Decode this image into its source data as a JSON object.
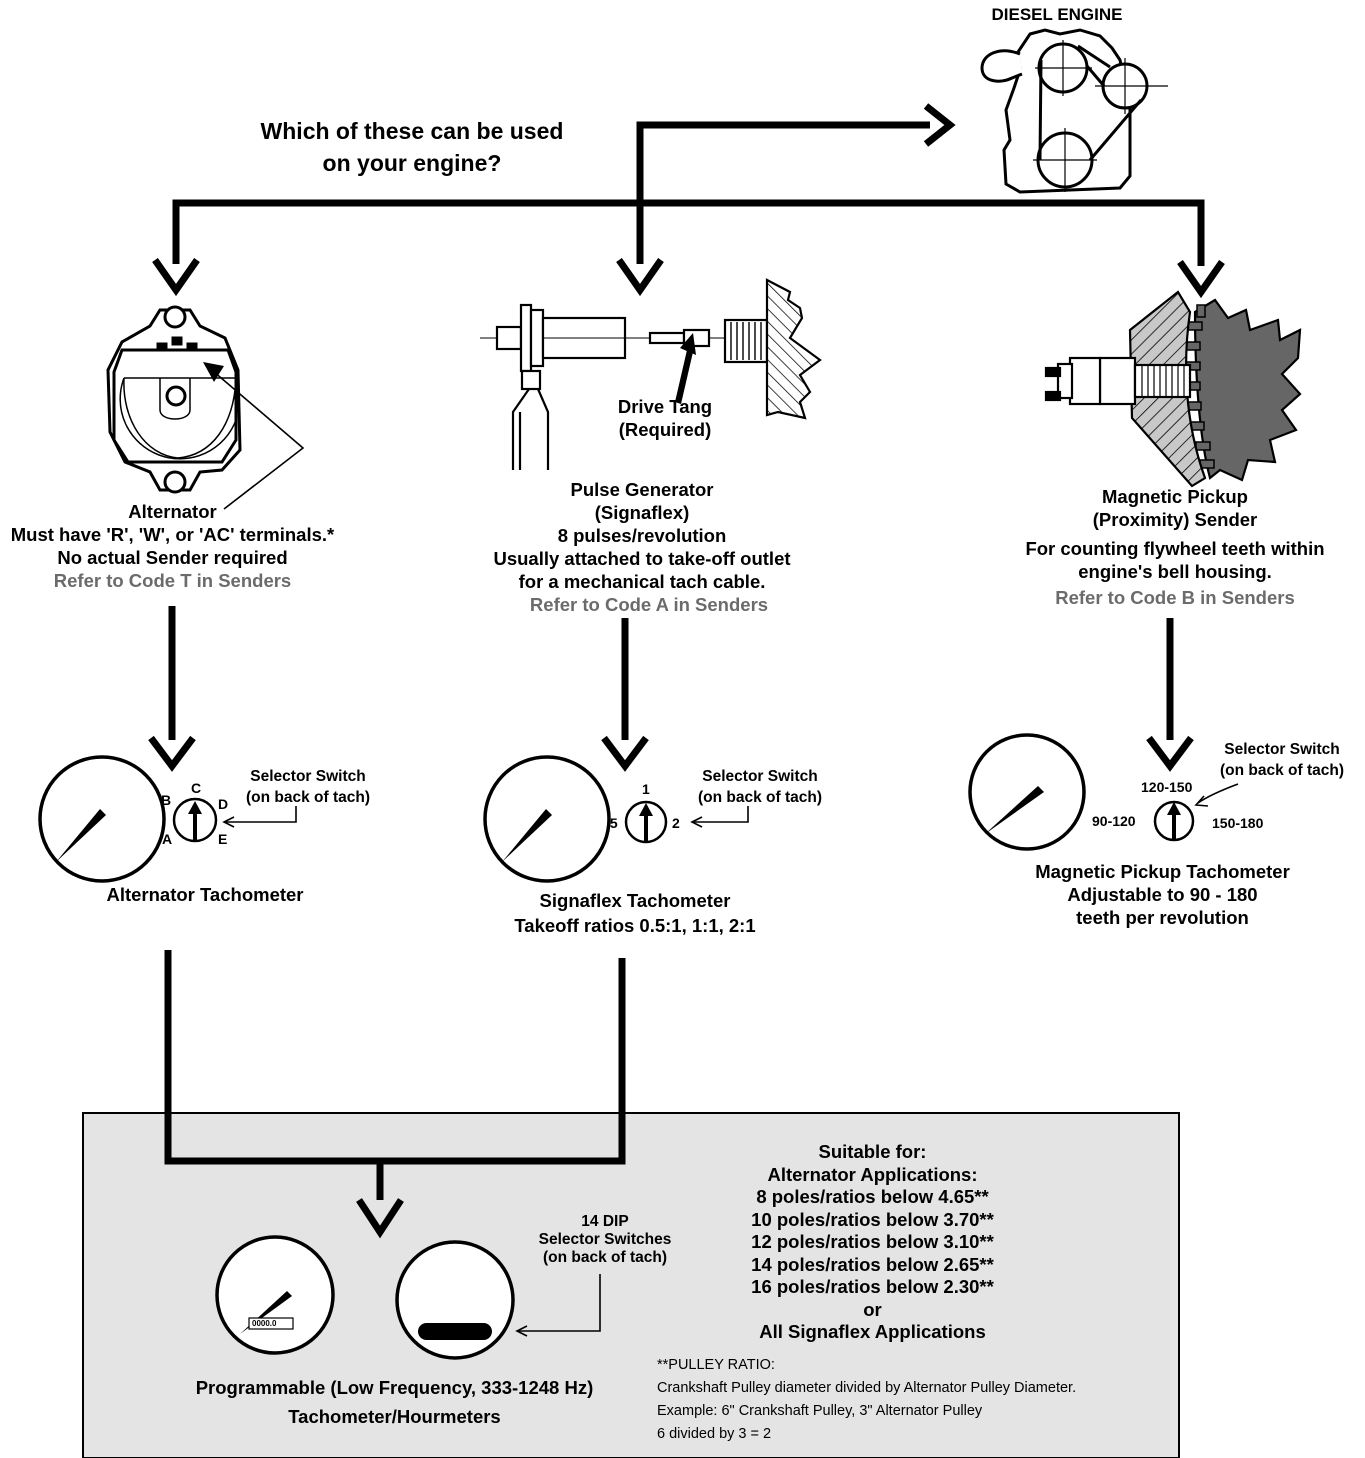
{
  "engine": {
    "label": "DIESEL ENGINE"
  },
  "question": {
    "line1": "Which of these can be used",
    "line2": "on your engine?"
  },
  "alternator": {
    "title": "Alternator",
    "line2": "Must have 'R', 'W', or 'AC' terminals.*",
    "line3": "No actual Sender required",
    "ref": "Refer to Code T in Senders"
  },
  "pulse": {
    "drive_tang": "Drive Tang",
    "drive_tang_note": "(Required)",
    "title": "Pulse Generator",
    "line2": "(Signaflex)",
    "line3": "8 pulses/revolution",
    "line4": "Usually attached to take-off outlet",
    "line5": "for a mechanical tach cable.",
    "ref": "Refer to Code A in Senders"
  },
  "magnetic": {
    "title": "Magnetic Pickup",
    "line2": "(Proximity) Sender",
    "line3": "For counting flywheel teeth within",
    "line4": "engine's bell housing.",
    "ref": "Refer to Code B in Senders"
  },
  "alt_tach": {
    "selector": "Selector Switch",
    "selector2": "(on back of tach)",
    "positions": {
      "a": "A",
      "b": "B",
      "c": "C",
      "d": "D",
      "e": "E"
    },
    "title": "Alternator Tachometer"
  },
  "sig_tach": {
    "selector": "Selector Switch",
    "selector2": "(on back of tach)",
    "positions": {
      "left": ".5",
      "top": "1",
      "right": "2"
    },
    "title": "Signaflex Tachometer",
    "line2": "Takeoff ratios 0.5:1, 1:1, 2:1"
  },
  "mag_tach": {
    "selector": "Selector Switch",
    "selector2": "(on back of tach)",
    "positions": {
      "left": "90-120",
      "top": "120-150",
      "right": "150-180"
    },
    "title": "Magnetic Pickup Tachometer",
    "line2": "Adjustable to 90 - 180",
    "line3": "teeth per revolution"
  },
  "programmable": {
    "dip1": "14 DIP",
    "dip2": "Selector Switches",
    "dip3": "(on back of tach)",
    "hourmeter_display": "0000.0",
    "title": "Programmable (Low Frequency, 333-1248 Hz)",
    "line2": "Tachometer/Hourmeters",
    "suitable": [
      "Suitable for:",
      "Alternator Applications:",
      "8 poles/ratios below 4.65**",
      "10 poles/ratios below 3.70**",
      "12 poles/ratios below 3.10**",
      "14 poles/ratios below 2.65**",
      "16 poles/ratios below 2.30**",
      "or",
      "All Signaflex Applications"
    ],
    "notes": [
      "**PULLEY RATIO:",
      "Crankshaft Pulley diameter divided by Alternator Pulley Diameter.",
      "Example: 6\" Crankshaft Pulley, 3\" Alternator Pulley",
      "6 divided by 3 = 2"
    ]
  },
  "colors": {
    "panel_bg": "#e4e4e4",
    "ref_text": "#6b6b6b",
    "sender_fill": "#666666"
  }
}
